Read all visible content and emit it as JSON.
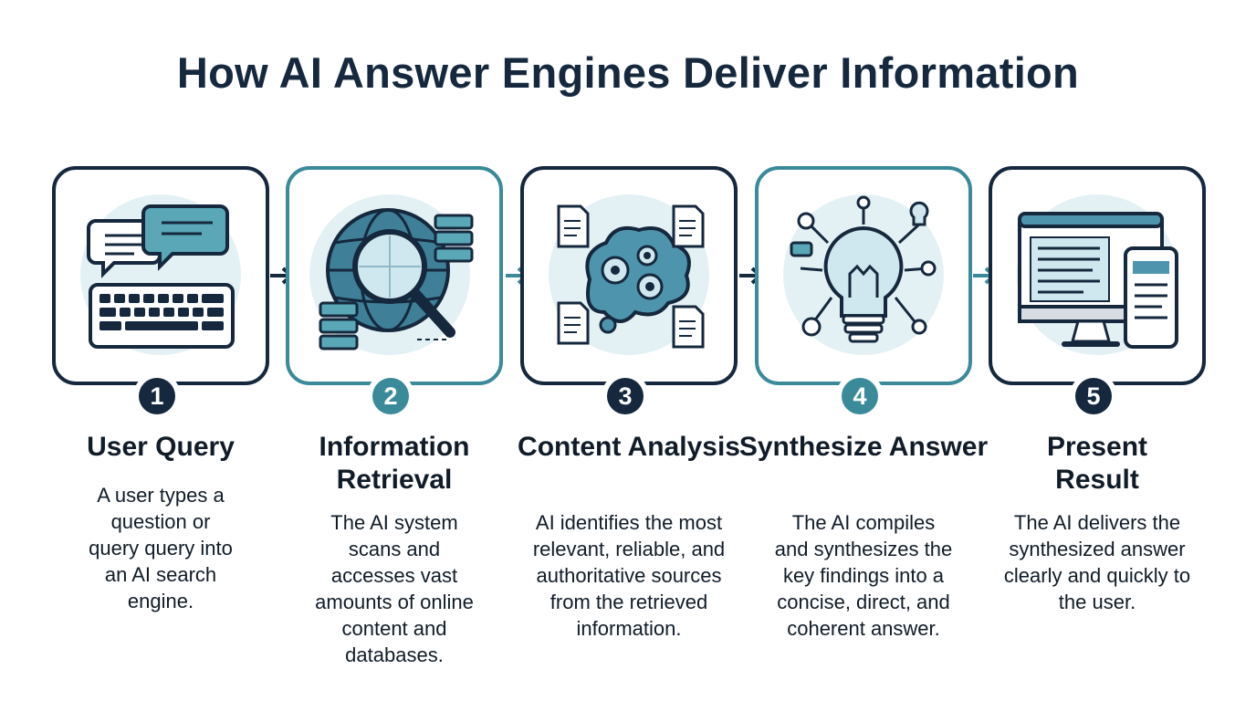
{
  "title": "How AI Answer Engines Deliver Information",
  "steps": [
    {
      "number": "1",
      "heading": "User Query",
      "description": "A user types a question or query query into an AI search engine.",
      "icon": "chat-keyboard-icon"
    },
    {
      "number": "2",
      "heading": "Information Retrieval",
      "description": "The AI system scans and accesses vast amounts of online content and databases.",
      "icon": "globe-magnifier-database-icon"
    },
    {
      "number": "3",
      "heading": "Content Analysis",
      "description": "AI identifies the most relevant, reliable, and authoritative sources from the retrieved information.",
      "icon": "brain-gears-documents-icon"
    },
    {
      "number": "4",
      "heading": "Synthesize Answer",
      "description": "The AI compiles and synthesizes the key findings into a concise, direct, and coherent answer.",
      "icon": "lightbulb-network-icon"
    },
    {
      "number": "5",
      "heading": "Present Result",
      "description": "The AI delivers the synthesized answer clearly and quickly to the user.",
      "icon": "monitor-phone-icon"
    }
  ],
  "colors": {
    "navy": "#15283d",
    "teal": "#3a8a9a",
    "light_teal": "#dbeef1"
  }
}
